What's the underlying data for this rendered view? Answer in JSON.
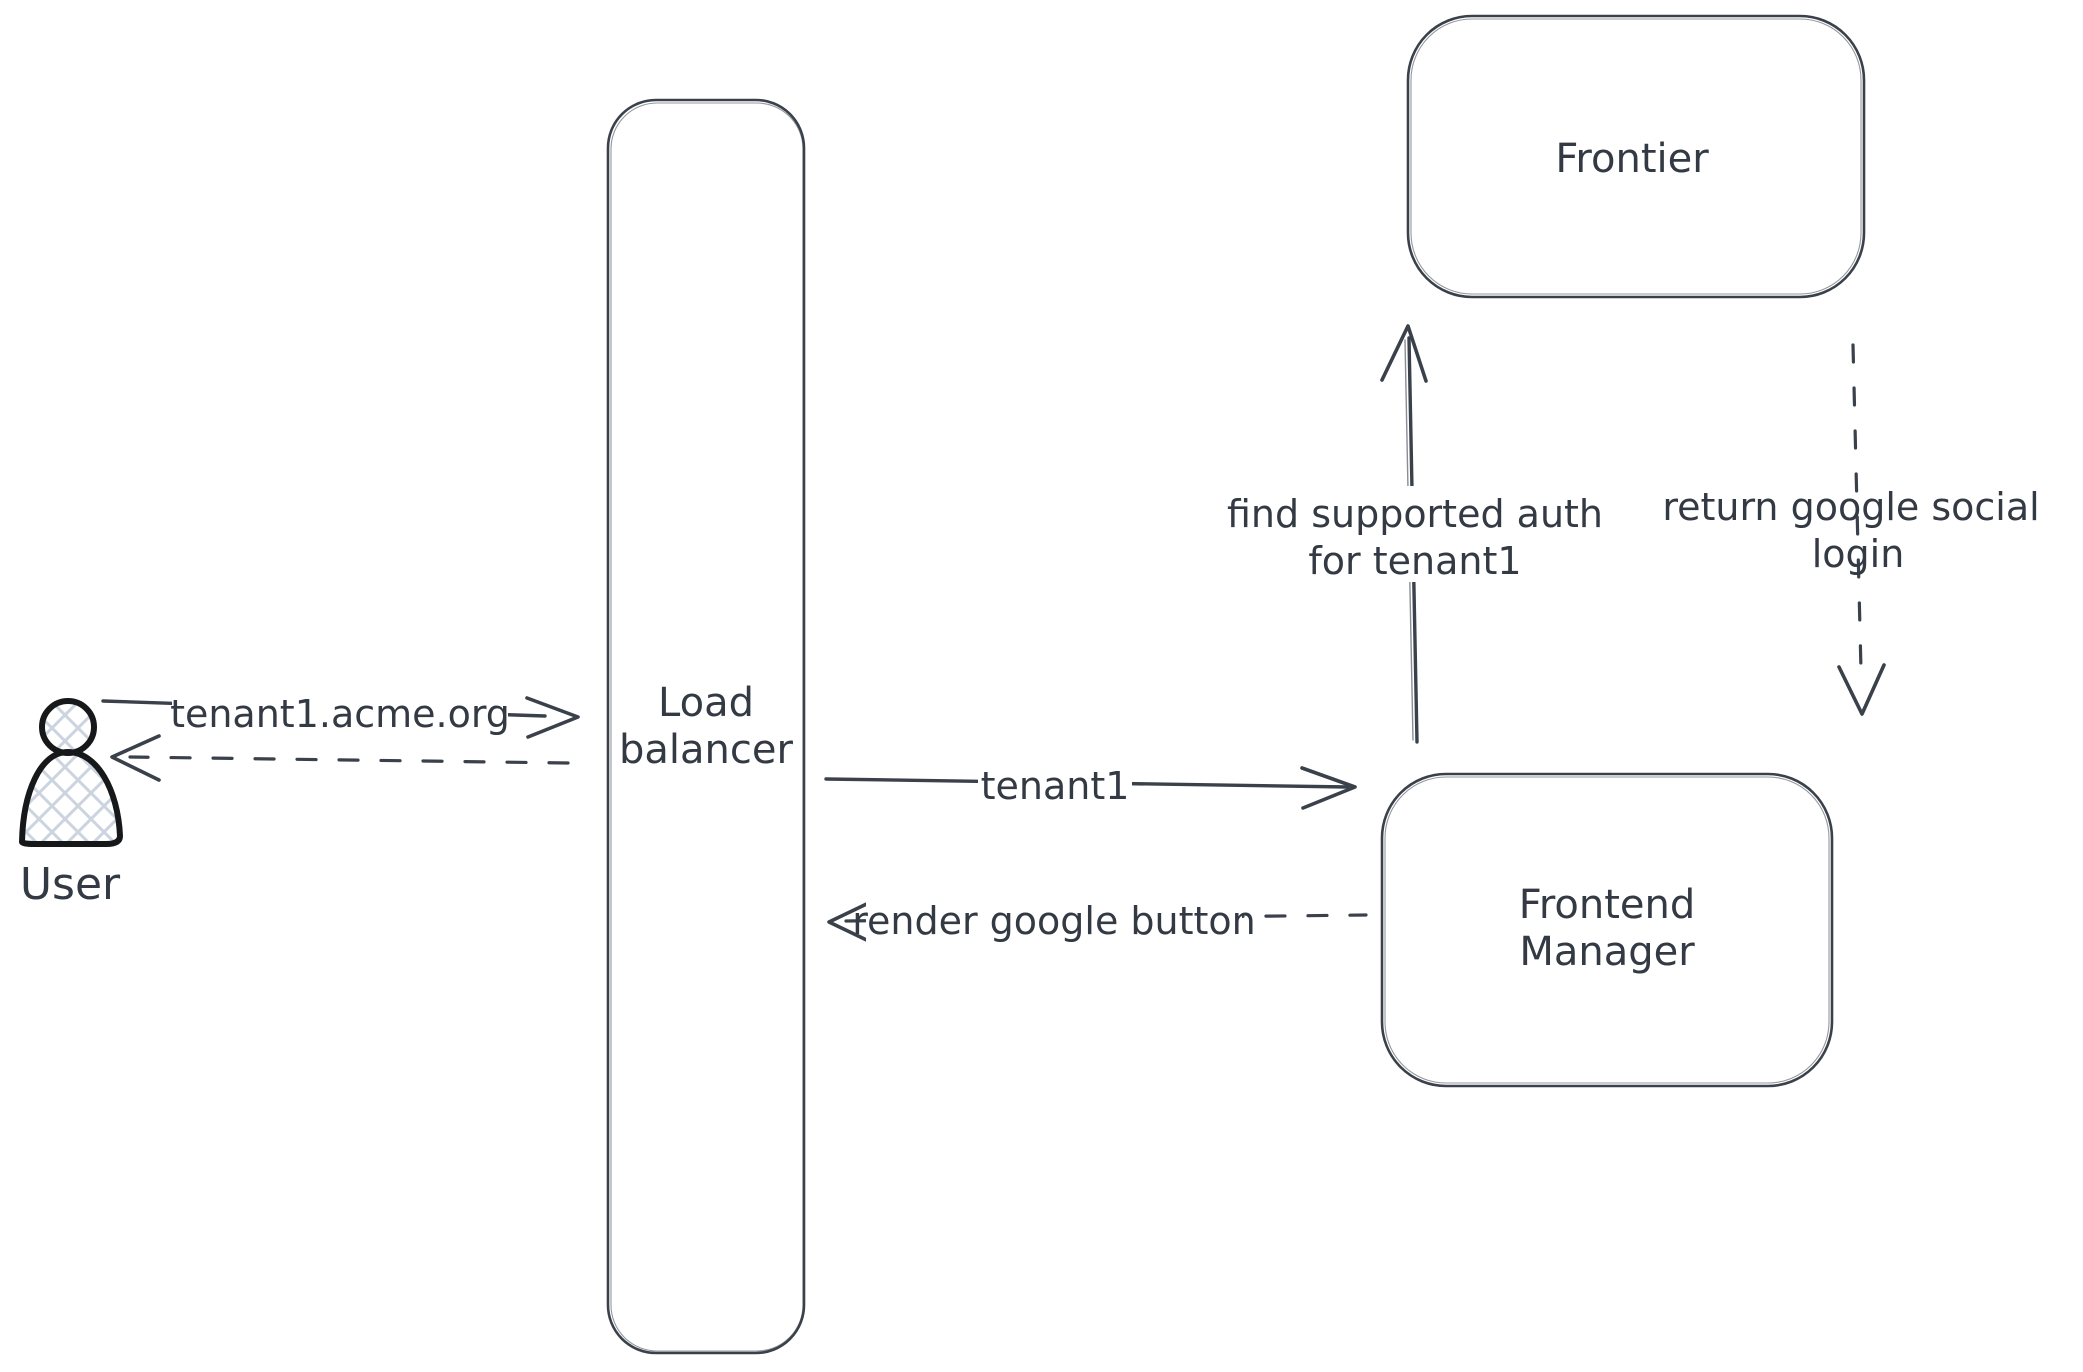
{
  "canvas": {
    "background": "#ffffff"
  },
  "colors": {
    "stroke": "#3a414b",
    "text": "#333a44",
    "actor_outline": "#17181a",
    "hatch_fill": "#ccd4df"
  },
  "nodes": {
    "user": {
      "label": "User",
      "icon": "person-icon"
    },
    "load_balancer": {
      "label_line1": "Load",
      "label_line2": "balancer"
    },
    "frontier": {
      "label": "Frontier"
    },
    "frontend_manager": {
      "label_line1": "Frontend",
      "label_line2": "Manager"
    }
  },
  "edges": {
    "user_to_load_balancer": {
      "label": "tenant1.acme.org",
      "style": "solid-arrow",
      "from": "User",
      "to": "Load balancer"
    },
    "load_balancer_to_user": {
      "style": "dashed-arrow",
      "from": "Load balancer",
      "to": "User"
    },
    "load_balancer_to_frontend_manager": {
      "label": "tenant1",
      "style": "solid-arrow",
      "from": "Load balancer",
      "to": "Frontend Manager"
    },
    "frontend_manager_to_load_balancer": {
      "label": "render google button",
      "style": "dashed-arrow",
      "from": "Frontend Manager",
      "to": "Load balancer"
    },
    "frontend_manager_to_frontier": {
      "label_line1": "find supported auth",
      "label_line2": "for tenant1",
      "style": "solid-arrow",
      "from": "Frontend Manager",
      "to": "Frontier"
    },
    "frontier_to_frontend_manager": {
      "label_line1": "return google social",
      "label_line2": "login",
      "style": "dashed-arrow",
      "from": "Frontier",
      "to": "Frontend Manager"
    }
  }
}
